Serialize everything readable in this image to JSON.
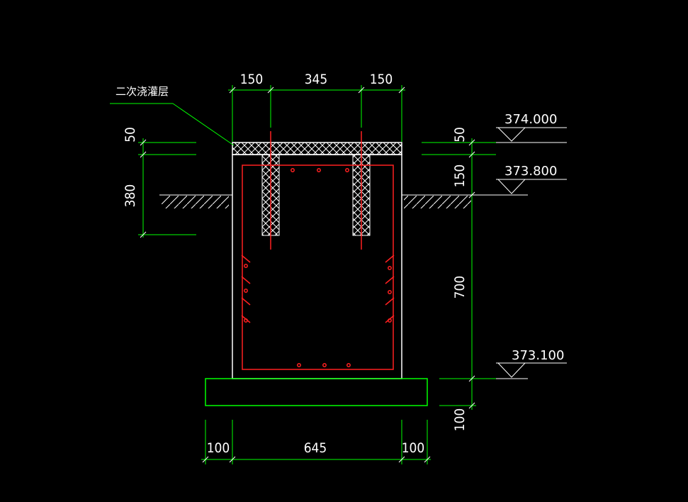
{
  "colors": {
    "background": "#000000",
    "outline": "#ffffff",
    "dimension": "#00ff00",
    "rebar": "#ff2020",
    "ground": "#ffffff"
  },
  "dimensions": {
    "top_left": "150",
    "top_middle": "345",
    "top_right": "150",
    "left_top": "50",
    "left_bottom": "380",
    "right_top": "50",
    "right_second": "150",
    "right_middle": "700",
    "right_bottom": "100",
    "bottom_left": "100",
    "bottom_middle": "645",
    "bottom_right": "100"
  },
  "elevations": {
    "top": "374.000",
    "ground": "373.800",
    "bottom": "373.100"
  },
  "annotations": {
    "secondary_grouting": "二次浇灌层"
  }
}
